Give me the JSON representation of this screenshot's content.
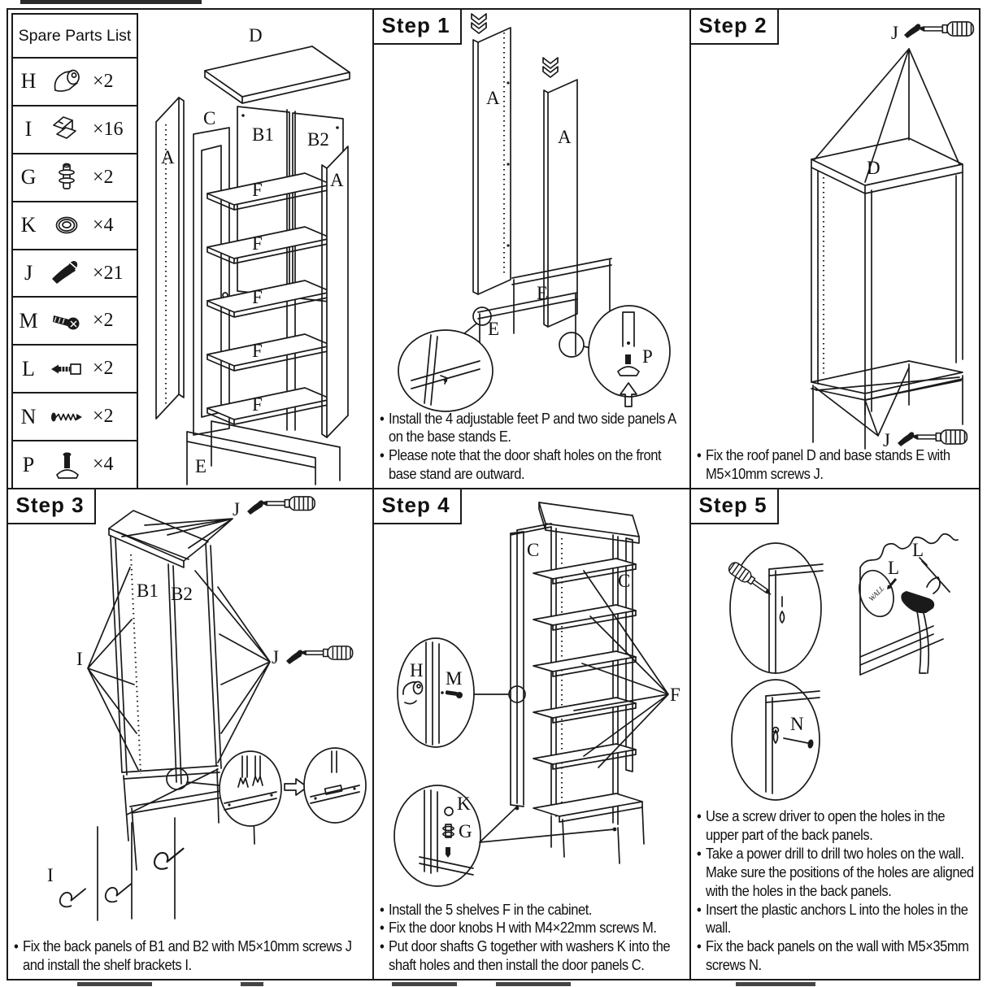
{
  "parts_list": {
    "title": "Spare Parts List",
    "items": [
      {
        "letter": "H",
        "icon": "door-knob",
        "qty": "×2"
      },
      {
        "letter": "I",
        "icon": "shelf-bracket",
        "qty": "×16"
      },
      {
        "letter": "G",
        "icon": "door-shaft",
        "qty": "×2"
      },
      {
        "letter": "K",
        "icon": "washer",
        "qty": "×4"
      },
      {
        "letter": "J",
        "icon": "m5x10-screw",
        "qty": "×21"
      },
      {
        "letter": "M",
        "icon": "m4x22-screw",
        "qty": "×2"
      },
      {
        "letter": "L",
        "icon": "plastic-anchor",
        "qty": "×2"
      },
      {
        "letter": "N",
        "icon": "m5x35-screw",
        "qty": "×2"
      },
      {
        "letter": "P",
        "icon": "adjustable-foot",
        "qty": "×4"
      }
    ]
  },
  "steps": [
    {
      "label": "Step 1",
      "instructions": [
        "Install the 4 adjustable feet P and two side panels A on the base stands E.",
        "Please note that the door shaft holes on the front base stand are outward."
      ]
    },
    {
      "label": "Step 2",
      "instructions": [
        "Fix the roof panel D and base stands E with M5×10mm screws J."
      ]
    },
    {
      "label": "Step 3",
      "instructions": [
        "Fix the back panels of B1 and B2 with M5×10mm screws J and install the shelf brackets I."
      ]
    },
    {
      "label": "Step 4",
      "instructions": [
        "Install the 5 shelves F in the cabinet.",
        "Fix the door knobs H with M4×22mm screws M.",
        "Put door shafts G together with washers K into the shaft holes and then install the door panels C."
      ]
    },
    {
      "label": "Step 5",
      "instructions": [
        "Use a screw driver to open the holes in the upper part of the back panels.",
        "Take a power drill to drill two holes on the wall. Make sure the positions of the holes are aligned with the holes in the back panels.",
        "Insert the plastic anchors L into the holes in the wall.",
        "Fix the back panels on the wall with M5×35mm screws N."
      ]
    }
  ],
  "diagrams": {
    "exploded": {
      "roof": "D",
      "door": "C",
      "back_left": "B1",
      "back_right": "B2",
      "side_left": "A",
      "side_right": "A",
      "shelf1": "F",
      "shelf2": "F",
      "shelf3": "F",
      "shelf4": "F",
      "shelf5": "F",
      "base": "E"
    },
    "step1": {
      "side_left": "A",
      "side_right": "A",
      "base_back": "E",
      "base_front": "E",
      "foot": "P"
    },
    "step2": {
      "screw_top": "J",
      "roof": "D",
      "screw_bottom": "J"
    },
    "step3": {
      "screw_top": "J",
      "back_left": "B1",
      "back_right": "B2",
      "brackets": "I",
      "screw_mid": "J",
      "brackets_loose": "I"
    },
    "step4": {
      "door_left": "C",
      "door_right": "C",
      "knob": "H",
      "knob_screw": "M",
      "shelves": "F",
      "washer": "K",
      "shaft": "G"
    },
    "step5": {
      "anchor_a": "L",
      "anchor_b": "L",
      "wall": "WALL",
      "screw": "N"
    }
  }
}
